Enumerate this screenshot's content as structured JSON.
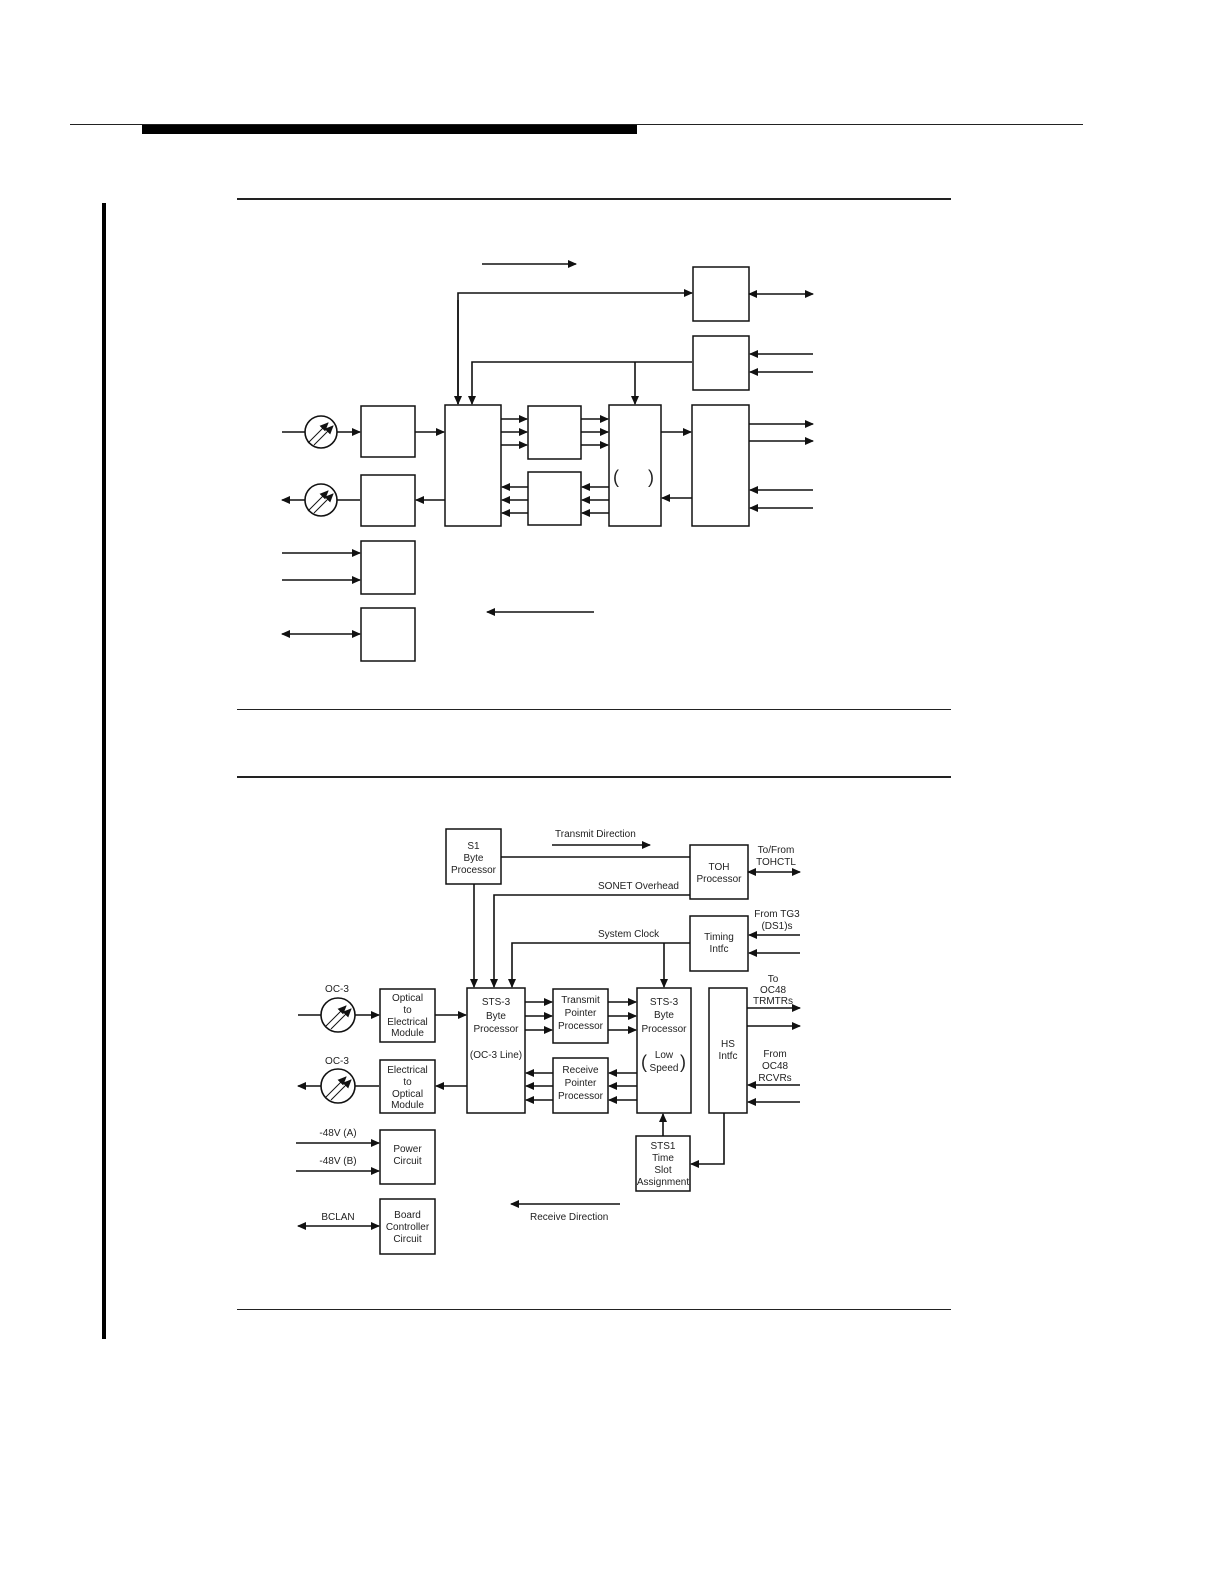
{
  "figure_bottom": {
    "labels": {
      "transmit_direction": "Transmit Direction",
      "receive_direction": "Receive Direction",
      "sonet_overhead": "SONET Overhead",
      "system_clock": "System Clock",
      "oc3_in": "OC-3",
      "oc3_out": "OC-3",
      "v48a": "-48V (A)",
      "v48b": "-48V (B)",
      "bclan": "BCLAN",
      "to_from_tohctl": [
        "To/From",
        "TOHCTL"
      ],
      "from_tg3": [
        "From TG3",
        "(DS1)s"
      ],
      "to_oc48": [
        "To",
        "OC48",
        "TRMTRs"
      ],
      "from_oc48": [
        "From",
        "OC48",
        "RCVRs"
      ]
    },
    "blocks": {
      "s1": [
        "S1",
        "Byte",
        "Processor"
      ],
      "toh": [
        "TOH",
        "Processor"
      ],
      "timing": [
        "Timing",
        "Intfc"
      ],
      "o2e": [
        "Optical",
        "to",
        "Electrical",
        "Module"
      ],
      "e2o": [
        "Electrical",
        "to",
        "Optical",
        "Module"
      ],
      "power": [
        "Power",
        "Circuit"
      ],
      "board": [
        "Board",
        "Controller",
        "Circuit"
      ],
      "sts3_line": [
        "STS-3",
        "Byte",
        "Processor",
        "",
        "(OC-3 Line)"
      ],
      "tpp": [
        "Transmit",
        "Pointer",
        "Processor"
      ],
      "rpp": [
        "Receive",
        "Pointer",
        "Processor"
      ],
      "sts3_low": [
        "STS-3",
        "Byte",
        "Processor",
        "",
        "Low",
        "Speed"
      ],
      "hs": [
        "HS",
        "Intfc"
      ],
      "sts1": [
        "STS1",
        "Time",
        "Slot",
        "Assignment"
      ]
    }
  }
}
